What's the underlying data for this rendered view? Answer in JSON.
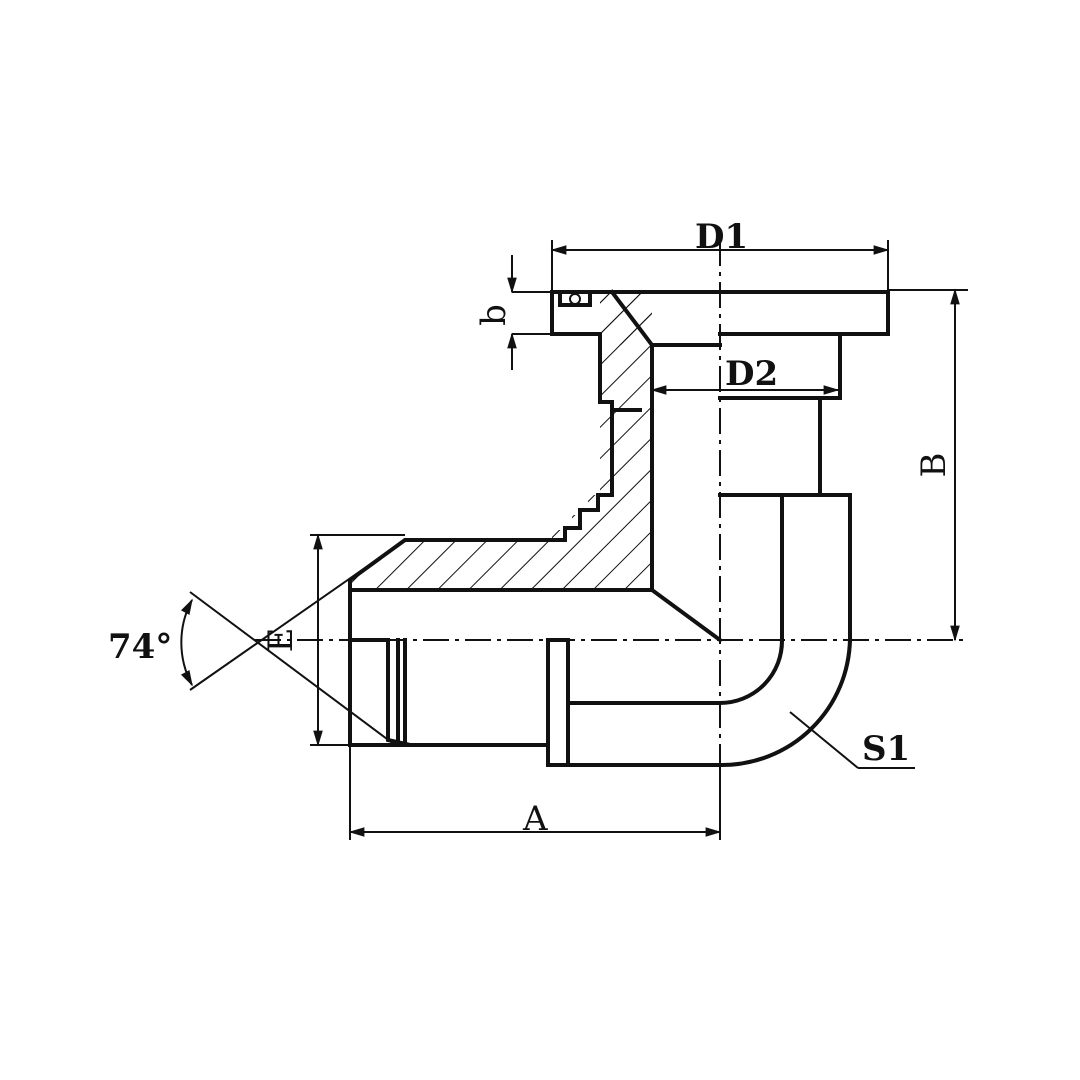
{
  "drawing": {
    "title": "",
    "labels": {
      "D1": "D1",
      "D2": "D2",
      "b": "b",
      "B": "B",
      "E": "E",
      "angle": "74°",
      "A": "A",
      "S1": "S1"
    },
    "colors": {
      "line": "#111111",
      "background": "#ffffff"
    }
  }
}
